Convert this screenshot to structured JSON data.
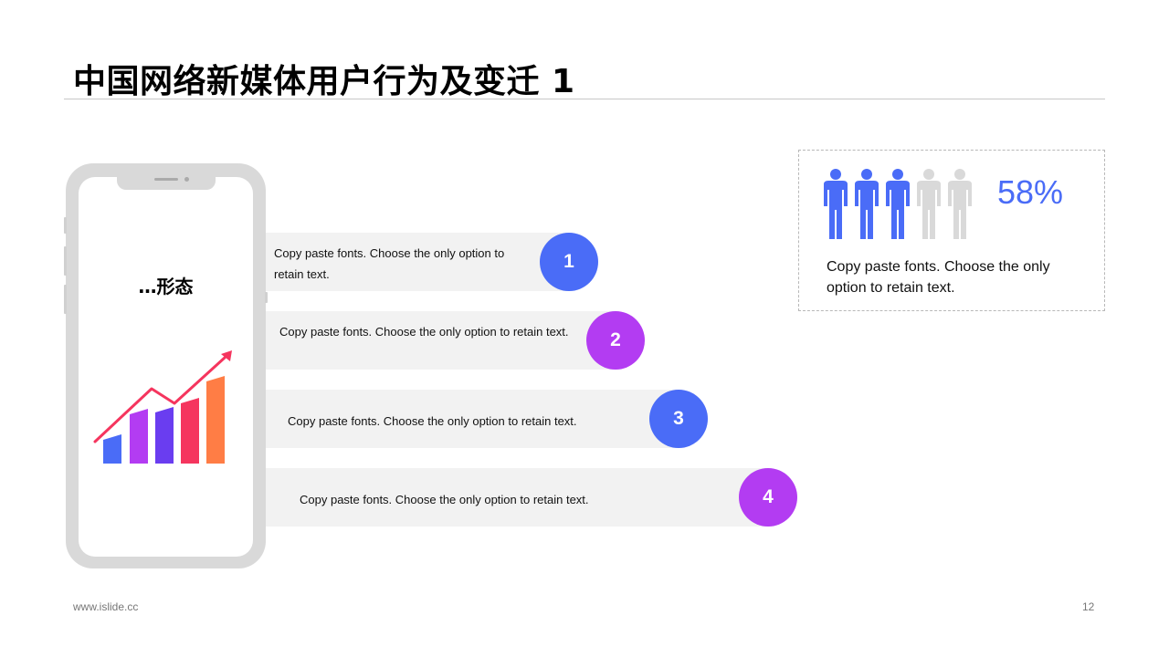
{
  "slide": {
    "title": "中国网络新媒体用户行为及变迁 1"
  },
  "phone": {
    "label": "…形态",
    "chart_colors": [
      "#4a6cf7",
      "#b33cf2",
      "#6a3df0",
      "#f5355e",
      "#ff7d45"
    ],
    "arrow_color": "#f5355e"
  },
  "items": [
    {
      "number": "1",
      "text": "Copy paste fonts. Choose the only option to retain text.",
      "color": "#4a6cf7"
    },
    {
      "number": "2",
      "text": "Copy paste fonts. Choose the only option to retain text.",
      "color": "#b33cf2"
    },
    {
      "number": "3",
      "text": "Copy paste fonts. Choose the only option to retain text.",
      "color": "#4a6cf7"
    },
    {
      "number": "4",
      "text": "Copy paste fonts. Choose the only option to retain text.",
      "color": "#b33cf2"
    }
  ],
  "stat": {
    "value": "58%",
    "description": "Copy paste fonts. Choose the only option to retain text.",
    "people_total": 5,
    "people_highlighted": 3,
    "highlight_color": "#4a6cf7",
    "muted_color": "#d9d9d9"
  },
  "footer": {
    "url": "www.islide.cc",
    "page_number": "12"
  }
}
